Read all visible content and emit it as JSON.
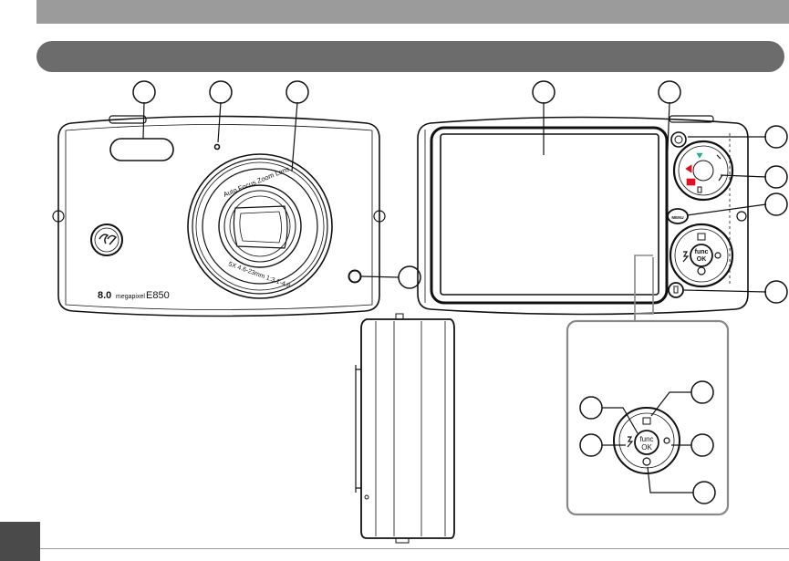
{
  "front": {
    "model_number": "8.0",
    "model_unit": "megapixel",
    "model_name": "E850",
    "lens_ring_text": "Auto Focus Zoom Lens",
    "lens_spec_text": "5X 4.6-23mm 1:3.1-4.8",
    "brand_logo": "GE"
  },
  "back": {
    "menu_button_text": "MENU",
    "func_ok_top": "func",
    "func_ok_bottom": "OK"
  },
  "detail": {
    "func_ok_top": "func",
    "func_ok_bottom": "OK"
  }
}
